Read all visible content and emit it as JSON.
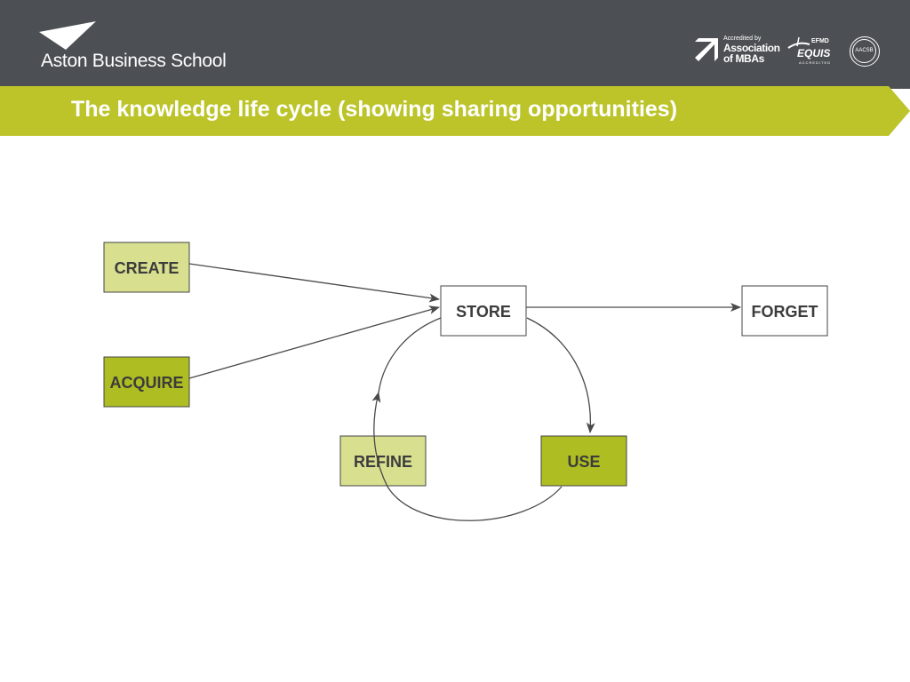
{
  "header": {
    "brand_name": "Aston Business School",
    "accreditations": {
      "amba_small": "Accredited by",
      "amba_line1": "Association",
      "amba_line2": "of MBAs",
      "efmd_top": "EFMD",
      "efmd_main": "EQUIS",
      "efmd_sub": "ACCREDITED",
      "aacsb": "AACSB"
    }
  },
  "slide": {
    "title": "The knowledge life cycle (showing sharing opportunities)"
  },
  "diagram": {
    "nodes": {
      "create": "CREATE",
      "acquire": "ACQUIRE",
      "store": "STORE",
      "forget": "FORGET",
      "refine": "REFINE",
      "use": "USE"
    }
  },
  "colors": {
    "header_bg": "#4c5054",
    "accent_green": "#bcc42a",
    "light_green": "#d8e08f",
    "dark_green": "#aebd22",
    "text_dark": "#3c3c3c"
  }
}
